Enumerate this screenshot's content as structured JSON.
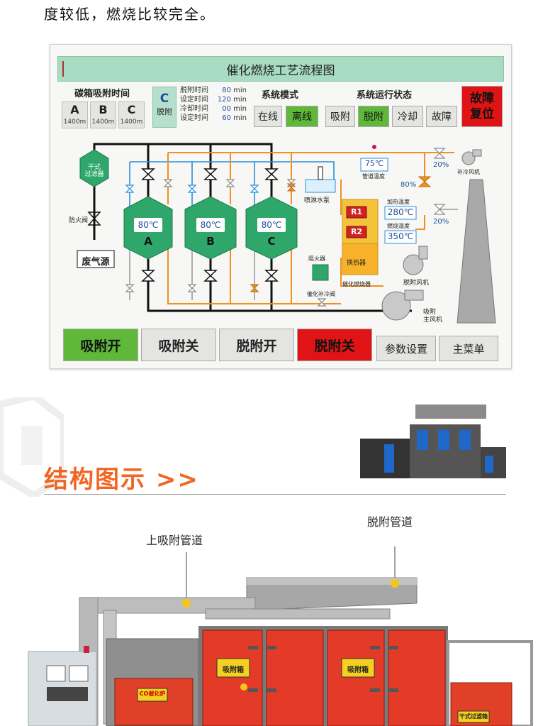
{
  "intro_text": "度较低，燃烧比较完全。",
  "panel": {
    "title": "催化燃烧工艺流程图",
    "carbon_time_label": "碳箱吸附时间",
    "carbon_boxes": [
      {
        "letter": "A",
        "time": "1400m"
      },
      {
        "letter": "B",
        "time": "1400m"
      },
      {
        "letter": "C",
        "time": "1400m"
      }
    ],
    "desorb": {
      "letter": "C",
      "label": "脱附"
    },
    "time_rows": [
      {
        "name": "脱附时间",
        "value": "80",
        "unit": "min"
      },
      {
        "name": "设定时间",
        "value": "120",
        "unit": "min"
      },
      {
        "name": "冷却时间",
        "value": "00",
        "unit": "min"
      },
      {
        "name": "设定时间",
        "value": "60",
        "unit": "min"
      }
    ],
    "mode_label": "系统模式",
    "mode_buttons": [
      "在线",
      "离线"
    ],
    "status_label": "系统运行状态",
    "status_buttons": [
      "吸附",
      "脱附",
      "冷却",
      "故障"
    ],
    "fault_reset": "故障\n复位",
    "diagram": {
      "filter": "干式\n过滤器",
      "fire_valve": "防火阀",
      "waste_gas": "废气源",
      "towers": [
        {
          "letter": "A",
          "temp": "80℃"
        },
        {
          "letter": "B",
          "temp": "80℃"
        },
        {
          "letter": "C",
          "temp": "80℃"
        }
      ],
      "spray_pump": "喷淋水泵",
      "pipe_temp": "75℃",
      "pipe_temp_label": "管道温度",
      "heat_temp_label": "加热温度",
      "heat_temp": "280℃",
      "burn_temp_label": "燃烧温度",
      "burn_temp": "350℃",
      "r1": "R1",
      "r2": "R2",
      "exchanger": "换热器",
      "burner": "催化燃烧器",
      "flame_arrester": "阻火器",
      "cool_valve": "催化补冷阀",
      "desorb_fan": "脱附风机",
      "main_fan": "吸附\n主风机",
      "cool_fan": "补冷风机",
      "pct_a": "80%",
      "pct_b": "20%",
      "pct_c": "20%"
    },
    "bottom_buttons": [
      "吸附开",
      "吸附关",
      "脱附开",
      "脱附关"
    ],
    "param_button": "参数设置",
    "menu_button": "主菜单"
  },
  "section2_title": "结构图示 >>",
  "callouts": {
    "upper_pipe": "上吸附管道",
    "desorb_pipe": "脱附管道"
  },
  "machine_labels": {
    "box1": "吸附箱",
    "box2": "吸附箱",
    "co": "CO催化炉",
    "filter": "干式过滤箱"
  },
  "colors": {
    "accent_orange": "#f26522",
    "hmi_green": "#5fb83a",
    "hmi_red": "#e01414",
    "tower_green": "#2fa66a",
    "pipe_blue": "#2a8fd8",
    "pipe_orange": "#f0901e"
  }
}
